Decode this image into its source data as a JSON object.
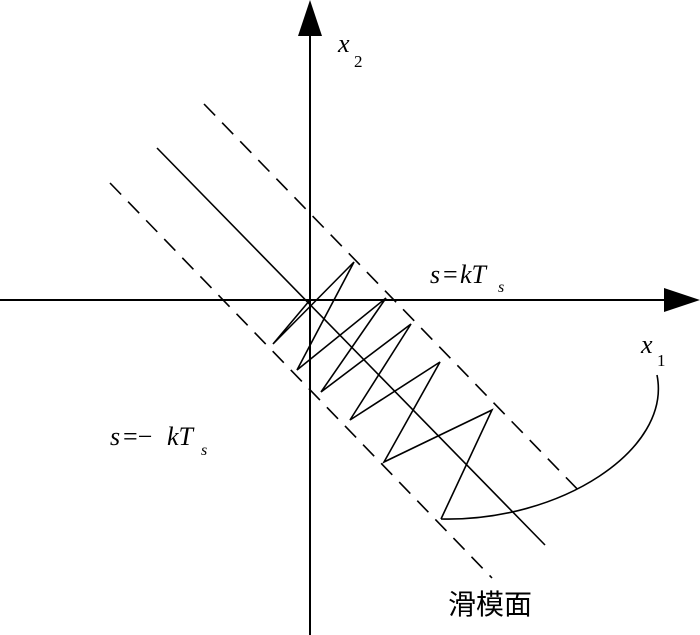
{
  "diagram": {
    "axes": {
      "x_label_main": "x",
      "x_label_sub": "1",
      "y_label_main": "x",
      "y_label_sub": "2"
    },
    "boundaries": {
      "upper_s": "s",
      "upper_eq": "=",
      "upper_k": "kT",
      "upper_sub": "s",
      "lower_s": "s",
      "lower_eq": "=−",
      "lower_k": "kT",
      "lower_sub": "s"
    },
    "sliding_surface_label": "滑模面",
    "colors": {
      "ink": "#000000",
      "background": "#ffffff"
    }
  }
}
